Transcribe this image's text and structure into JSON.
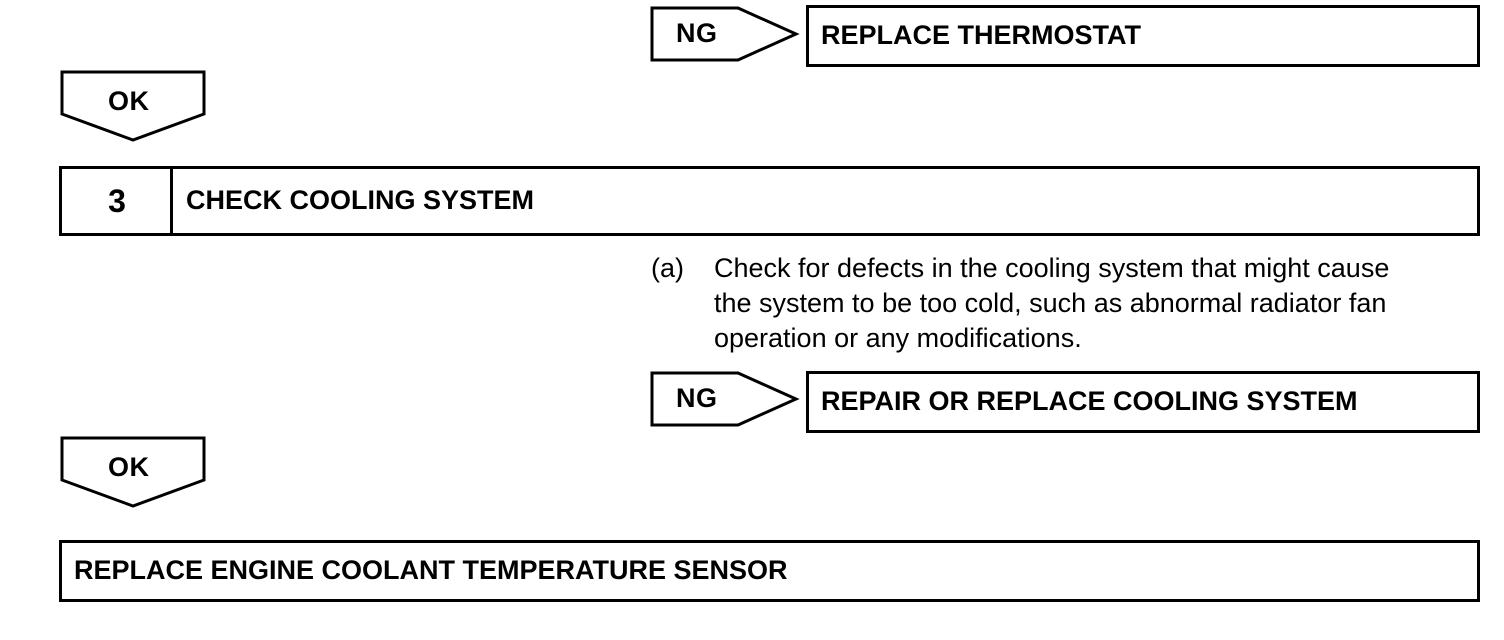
{
  "ng_1": {
    "label": "NG",
    "result": "REPLACE THERMOSTAT"
  },
  "ok_1": {
    "label": "OK"
  },
  "step_3": {
    "number": "3",
    "title": "CHECK COOLING SYSTEM",
    "substep": {
      "marker": "(a)",
      "lines": [
        "Check for defects in the cooling system that might cause",
        "the system to be too cold, such as abnormal radiator fan",
        "operation or any modifications."
      ]
    }
  },
  "ng_2": {
    "label": "NG",
    "result": "REPAIR OR REPLACE COOLING SYSTEM"
  },
  "ok_2": {
    "label": "OK"
  },
  "final": {
    "result": "REPLACE ENGINE COOLANT TEMPERATURE SENSOR"
  }
}
